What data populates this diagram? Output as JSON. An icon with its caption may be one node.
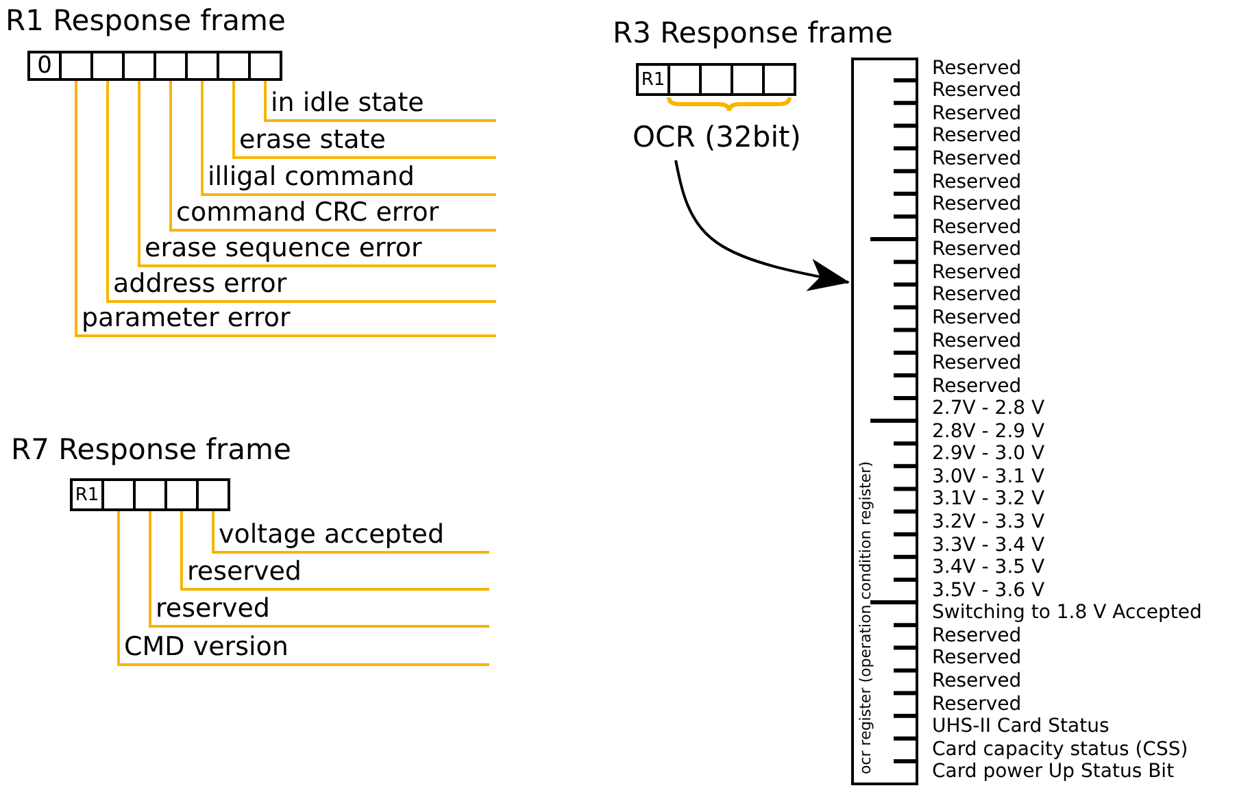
{
  "diagram": {
    "nodes": [
      {
        "text": [
          "0"
        ]
      },
      {
        "text": [],
        "shape": "box"
      },
      {
        "text": [],
        "shape": "box"
      },
      {
        "text": [],
        "shape": "box"
      },
      {
        "text": [],
        "shape": "box"
      },
      {
        "text": [],
        "shape": "box"
      },
      {
        "text": [],
        "shape": "box"
      },
      {
        "text": [],
        "shape": "box"
      },
      {
        "text": [
          "in idle state"
        ]
      },
      {
        "text": [
          "erase state"
        ]
      },
      {
        "text": [
          "illigal command"
        ]
      },
      {
        "text": [
          "command CRC error"
        ]
      },
      {
        "text": [
          "erase sequence error"
        ]
      },
      {
        "text": [
          "address error"
        ]
      },
      {
        "text": [
          "parameter error"
        ]
      },
      {
        "text": [
          "R1"
        ]
      },
      {
        "text": [],
        "shape": "box"
      },
      {
        "text": [],
        "shape": "box"
      },
      {
        "text": [],
        "shape": "box"
      },
      {
        "text": [],
        "shape": "box"
      },
      {
        "text": [
          "voltage accepted"
        ]
      },
      {
        "text": [
          "reserved"
        ]
      },
      {
        "text": [
          "reserved"
        ]
      },
      {
        "text": [
          "CMD version"
        ]
      },
      {
        "text": [
          "R1"
        ]
      },
      {
        "text": [],
        "shape": "box"
      },
      {
        "text": [],
        "shape": "box"
      },
      {
        "text": [],
        "shape": "box"
      },
      {
        "text": [],
        "shape": "box"
      },
      {
        "text": [
          "OCR (32bit)"
        ]
      },
      {
        "text": [
          "ocr register (operation condition register)"
        ]
      }
    ],
    "edges": [
      {
        "from": 8,
        "to": 7,
        "arrow": "none"
      },
      {
        "from": 9,
        "to": 6,
        "arrow": "none"
      },
      {
        "from": 10,
        "to": 5,
        "arrow": "none"
      },
      {
        "from": 11,
        "to": 4,
        "arrow": "none"
      },
      {
        "from": 12,
        "to": 3,
        "arrow": "none"
      },
      {
        "from": 13,
        "to": 2,
        "arrow": "none"
      },
      {
        "from": 14,
        "to": 1,
        "arrow": "none"
      },
      {
        "from": 20,
        "to": 19,
        "arrow": "none"
      },
      {
        "from": 21,
        "to": 18,
        "arrow": "none"
      },
      {
        "from": 22,
        "to": 17,
        "arrow": "none"
      },
      {
        "from": 23,
        "to": 16,
        "arrow": "none"
      },
      {
        "from": 29,
        "to": 30,
        "arrow": "to",
        "color": "#000000"
      }
    ],
    "labels": [
      "R1 Response frame",
      "R3 Response frame",
      "R7 Response frame",
      "Reserved",
      "Reserved",
      "Reserved",
      "Reserved",
      "Reserved",
      "Reserved",
      "Reserved",
      "Reserved",
      "Reserved",
      "Reserved",
      "Reserved",
      "Reserved",
      "Reserved",
      "Reserved",
      "Reserved",
      "2.7V - 2.8 V",
      "2.8V - 2.9 V",
      "2.9V - 3.0 V",
      "3.0V - 3.1 V",
      "3.1V - 3.2 V",
      "3.2V - 3.3 V",
      "3.3V - 3.4 V",
      "3.4V - 3.5 V",
      "3.5V - 3.6 V",
      "Switching to 1.8 V Accepted",
      "Reserved",
      "Reserved",
      "Reserved",
      "Reserved",
      "UHS-II Card Status",
      "Card capacity status (CSS)",
      "Card power Up Status Bit"
    ]
  }
}
